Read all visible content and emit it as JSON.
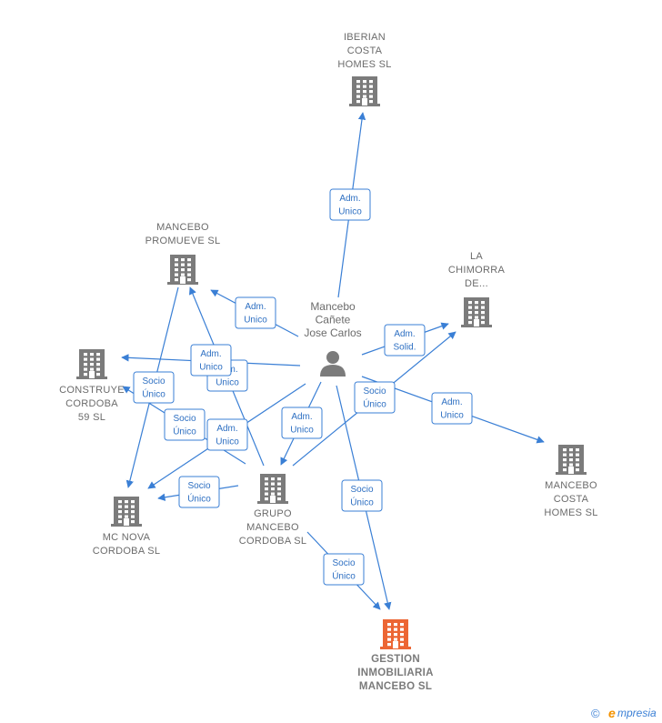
{
  "person": {
    "lines": [
      "Mancebo",
      "Cañete",
      "Jose Carlos"
    ]
  },
  "companies": [
    {
      "id": "iberian",
      "lines": [
        "IBERIAN",
        "COSTA",
        "HOMES  SL"
      ]
    },
    {
      "id": "promueve",
      "lines": [
        "MANCEBO",
        "PROMUEVE  SL"
      ]
    },
    {
      "id": "chimorra",
      "lines": [
        "LA",
        "CHIMORRA",
        "DE..."
      ]
    },
    {
      "id": "construye",
      "lines": [
        "CONSTRUYE",
        "CORDOBA",
        "59  SL"
      ]
    },
    {
      "id": "costahomes",
      "lines": [
        "MANCEBO",
        "COSTA",
        "HOMES  SL"
      ]
    },
    {
      "id": "grupo",
      "lines": [
        "GRUPO",
        "MANCEBO",
        "CORDOBA  SL"
      ]
    },
    {
      "id": "mcnova",
      "lines": [
        "MC NOVA",
        "CORDOBA  SL"
      ]
    },
    {
      "id": "gestion",
      "lines": [
        "GESTION",
        "INMOBILIARIA",
        "MANCEBO  SL"
      ],
      "main": true
    }
  ],
  "relations": [
    {
      "id": "r1",
      "lines": [
        "Adm.",
        "Unico"
      ]
    },
    {
      "id": "r2",
      "lines": [
        "Adm.",
        "Unico"
      ]
    },
    {
      "id": "r3",
      "lines": [
        "Adm.",
        "Solid."
      ]
    },
    {
      "id": "r4",
      "lines": [
        "Socio",
        "Único"
      ]
    },
    {
      "id": "r5",
      "lines": [
        "Adm.",
        "Unico"
      ]
    },
    {
      "id": "r6",
      "lines": [
        "Socio",
        "Único"
      ]
    },
    {
      "id": "r7",
      "lines": [
        "Adm.",
        "Unico"
      ]
    },
    {
      "id": "r8",
      "lines": [
        "Socio",
        "Único"
      ]
    },
    {
      "id": "r9",
      "lines": [
        "Socio",
        "Único"
      ]
    },
    {
      "id": "r10",
      "lines": [
        "Adm.",
        "Unico"
      ]
    },
    {
      "id": "r11",
      "lines": [
        "Adm.",
        "Unico"
      ]
    },
    {
      "id": "r12",
      "lines": [
        "Adm.",
        "Unico"
      ]
    },
    {
      "id": "r13",
      "lines": [
        "Socio",
        "Único"
      ]
    },
    {
      "id": "r14",
      "lines": [
        "Socio",
        "Único"
      ]
    }
  ],
  "footer": {
    "copyright": "©",
    "brand_initial": "e",
    "brand_rest": "mpresia"
  },
  "colors": {
    "edge": "#3a7fd5",
    "building": "#7b7b7b",
    "building_main": "#ec6634"
  }
}
